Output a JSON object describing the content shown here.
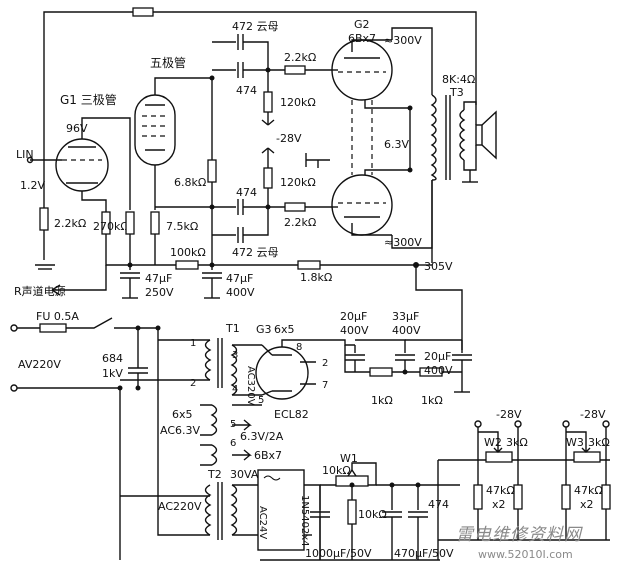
{
  "labels": {
    "g1": "G1 三极管",
    "pentode": "五极管",
    "g2": "G2",
    "g2_type": "6Bx7",
    "t3_ratio": "8K:4Ω",
    "t3": "T3",
    "v300_top": "≈300V",
    "v300_bot": "≈300V",
    "heater_63": "6.3V",
    "neg28_mid": "-28V",
    "v96": "96V",
    "lin": "LIN",
    "v12": "1.2V",
    "r22k_left": "2.2kΩ",
    "r270k": "270kΩ",
    "r75k": "7.5kΩ",
    "r68k": "6.8kΩ",
    "c472_top": "472 云母",
    "c474_top": "474",
    "r22k_top": "2.2kΩ",
    "r120k_top": "120kΩ",
    "c474_bot": "474",
    "r22k_bot": "2.2kΩ",
    "r120k_bot": "120kΩ",
    "c472_bot": "472 云母",
    "r100k": "100kΩ",
    "r18k": "1.8kΩ",
    "v305": "305V",
    "r_channel": "R声道电源",
    "c47_250_a": "47μF",
    "c47_250_b": "250V",
    "c47_400_a": "47μF",
    "c47_400_b": "400V",
    "fuse": "FU  0.5A",
    "av220": "AV220V",
    "c684_a": "684",
    "c684_b": "1kV",
    "t1": "T1",
    "t1_ac320": "AC320V",
    "g3": "G3",
    "g3_type": "6x5",
    "p1": "1",
    "p2": "2",
    "p3": "3",
    "p4": "4",
    "p5": "5",
    "p6": "6",
    "p7": "7",
    "p8": "8",
    "p2b": "2",
    "ecl82": "ECL82",
    "h6x5_a": "6x5",
    "h6x5_b": "AC6.3V",
    "h63_2a": "6.3V/2A",
    "h6bx7": "6Bx7",
    "c20_a": "20μF",
    "c20_b": "400V",
    "c33_a": "33μF",
    "c33_b": "400V",
    "c20b_a": "20μF",
    "c20b_b": "400V",
    "r1k_a": "1kΩ",
    "r1k_b": "1kΩ",
    "t2": "T2",
    "t2_30va": "30VA",
    "t2_ac24": "AC24V",
    "ac220": "AC220V",
    "bridge": "1N5402x4",
    "w1": "W1",
    "w1_val": "10kΩ",
    "r10k": "10kΩ",
    "c474_ps": "474",
    "c1000": "1000μF/50V",
    "c470": "470μF/50V",
    "neg28_a": "-28V",
    "neg28_b": "-28V",
    "w2": "W2",
    "w2_val": "3kΩ",
    "w3": "W3",
    "w3_val": "3kΩ",
    "r47k_a1": "47kΩ",
    "r47k_a2": "x2",
    "r47k_b1": "47kΩ",
    "r47k_b2": "x2",
    "watermark": "雷电维修资料网",
    "watermark_url": "www.52010I.com"
  }
}
